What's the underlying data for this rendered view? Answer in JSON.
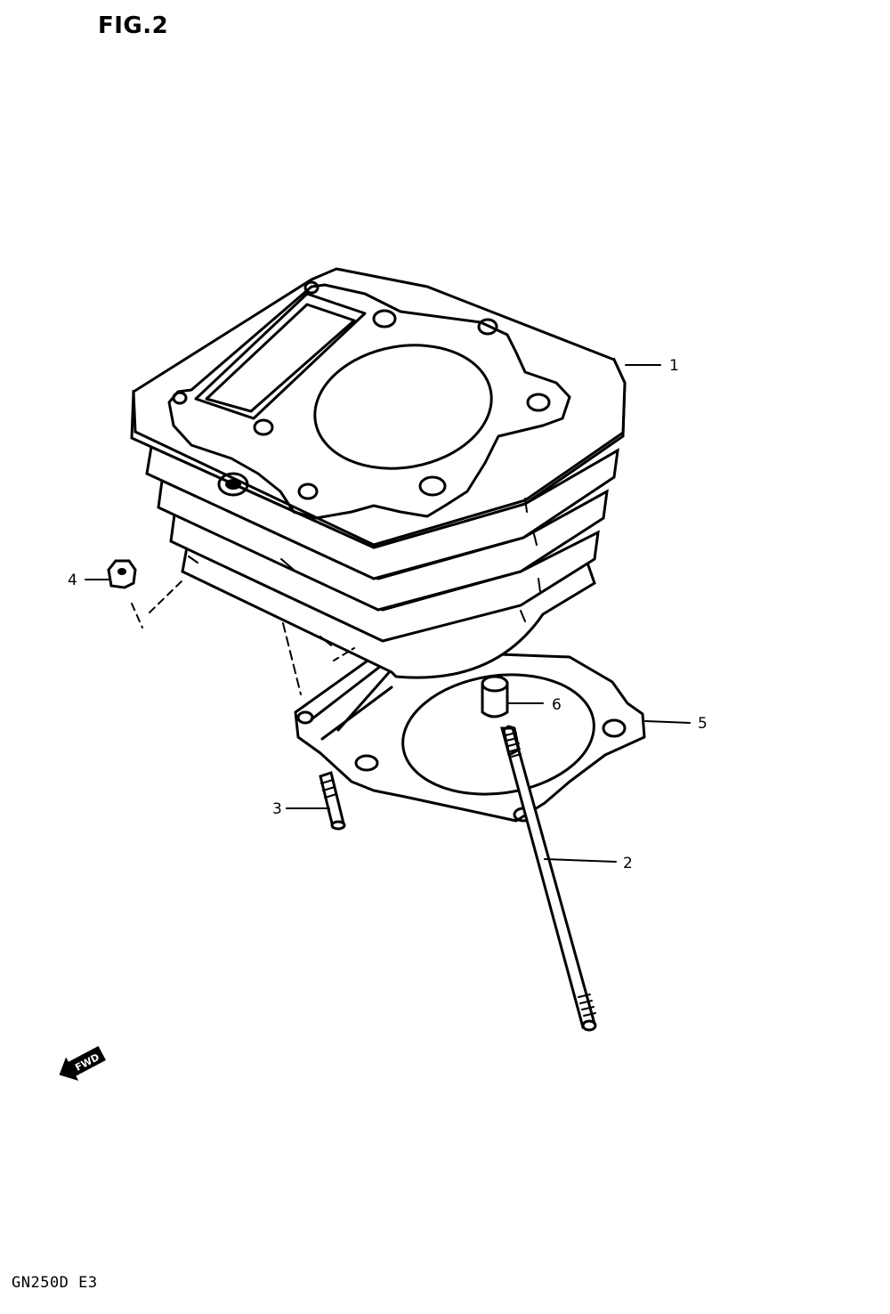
{
  "figure": {
    "title": "FIG.2"
  },
  "footer": {
    "model_code": "GN250D E3"
  },
  "fwd_indicator": {
    "label": "FWD",
    "icon": "forward-arrow-icon"
  },
  "callouts": [
    {
      "id": "1",
      "part": "cylinder"
    },
    {
      "id": "2",
      "part": "stud-bolt"
    },
    {
      "id": "3",
      "part": "dowel-pin"
    },
    {
      "id": "4",
      "part": "nut"
    },
    {
      "id": "5",
      "part": "cylinder-base-gasket"
    },
    {
      "id": "6",
      "part": "dowel-pin-hollow"
    }
  ]
}
